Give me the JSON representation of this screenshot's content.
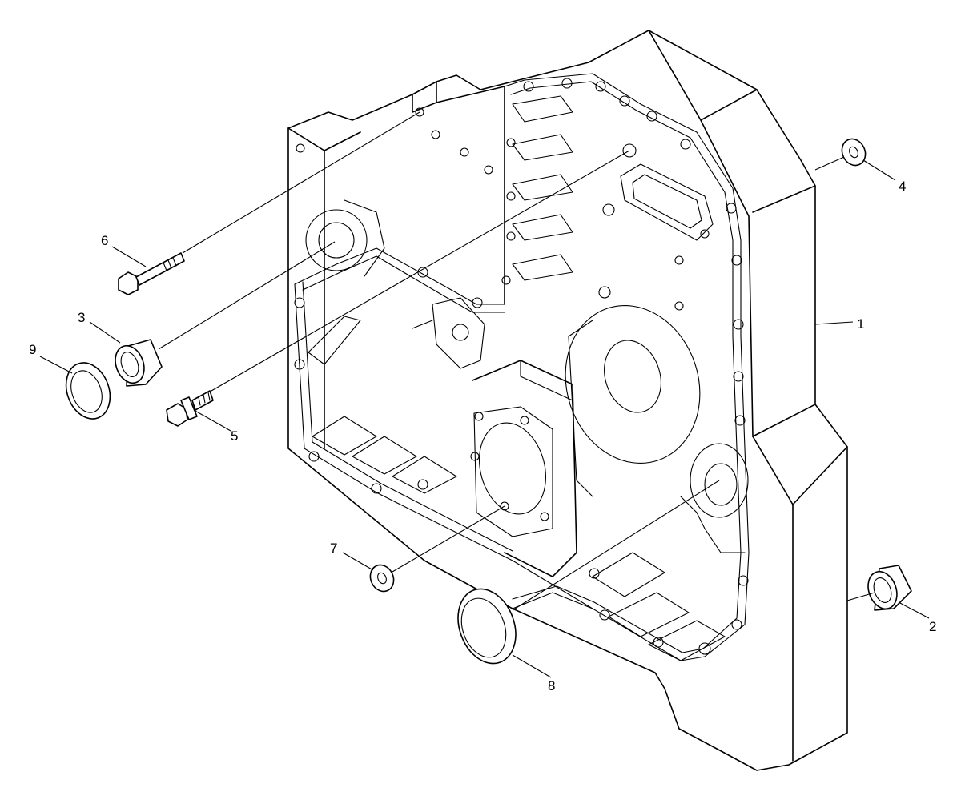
{
  "callouts": [
    {
      "id": "c1",
      "text": "1"
    },
    {
      "id": "c2",
      "text": "2"
    },
    {
      "id": "c3",
      "text": "3"
    },
    {
      "id": "c4",
      "text": "4"
    },
    {
      "id": "c5",
      "text": "5"
    },
    {
      "id": "c6",
      "text": "6"
    },
    {
      "id": "c7",
      "text": "7"
    },
    {
      "id": "c8",
      "text": "8"
    },
    {
      "id": "c9",
      "text": "9"
    }
  ]
}
